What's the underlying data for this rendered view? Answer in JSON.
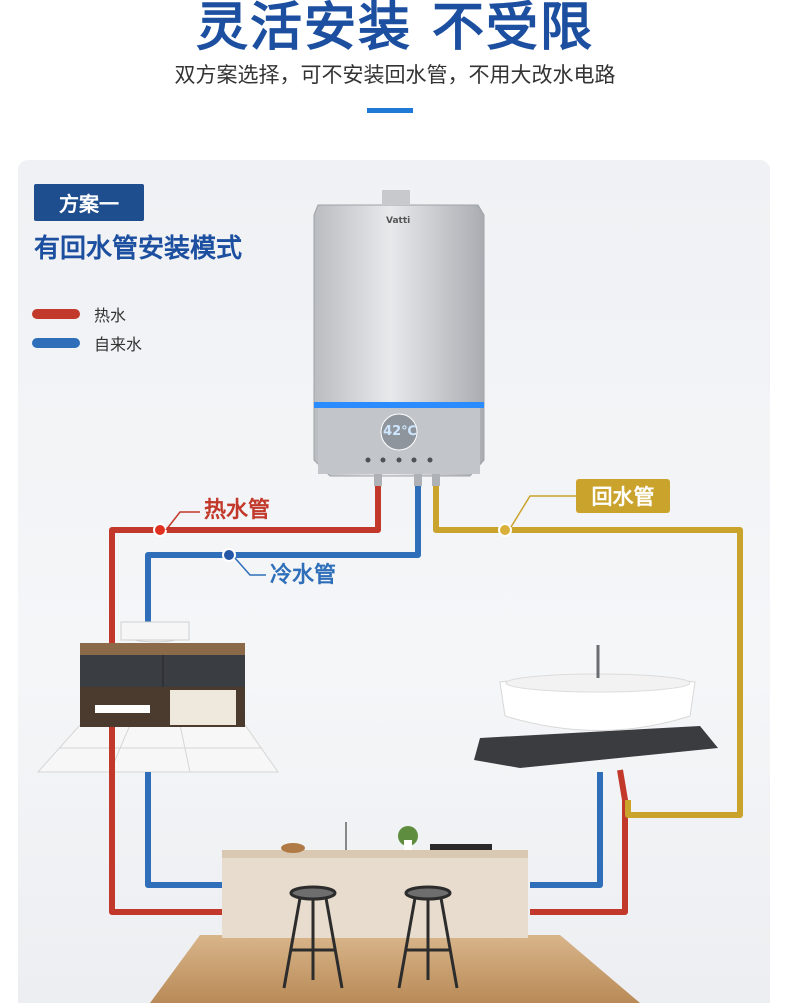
{
  "header": {
    "title": "灵活安装 不受限",
    "subtitle": "双方案选择，可不安装回水管，不用大改水电路"
  },
  "scheme": {
    "badge": "方案一",
    "title": "有回水管安装模式"
  },
  "legend": [
    {
      "label": "热水",
      "color": "#c2392b"
    },
    {
      "label": "自来水",
      "color": "#2f6fba"
    }
  ],
  "pipes": {
    "hot_label": "热水管",
    "cold_label": "冷水管",
    "return_label": "回水管",
    "hot_color": "#c2392b",
    "cold_color": "#2f6fba",
    "return_color": "#caa32c"
  },
  "heater": {
    "brand": "Vatti",
    "temperature": "42℃"
  },
  "colors": {
    "headline": "#1c4fa0",
    "badge_bg": "#1f4e8f",
    "accent": "#1e7ad6"
  }
}
